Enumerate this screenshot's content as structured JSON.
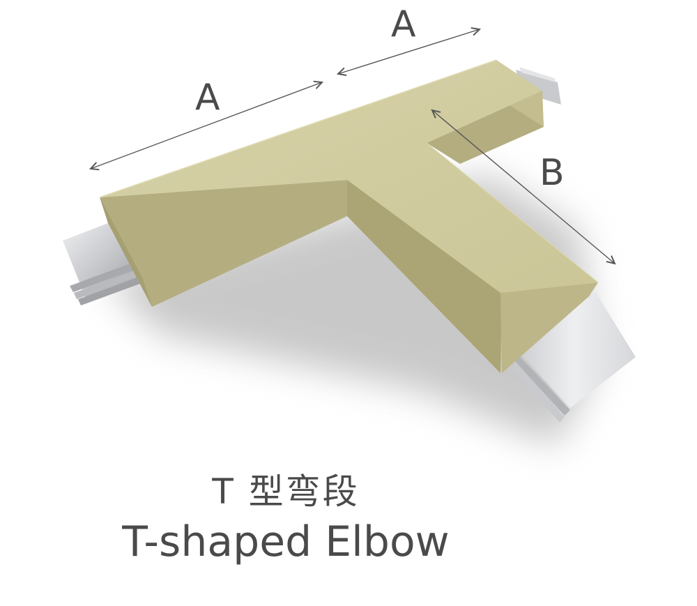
{
  "dimensions": {
    "left_arm_label": "A",
    "right_arm_label": "A",
    "branch_label": "B"
  },
  "caption": {
    "chinese": "T 型弯段",
    "english": "T-shaped Elbow"
  },
  "colors": {
    "housing_top": "#d2cda2",
    "housing_front": "#b4ad80",
    "housing_side": "#a59f72",
    "conductor": "#d9dadd",
    "text": "#4a4a4a",
    "dimension_line": "#555555"
  }
}
